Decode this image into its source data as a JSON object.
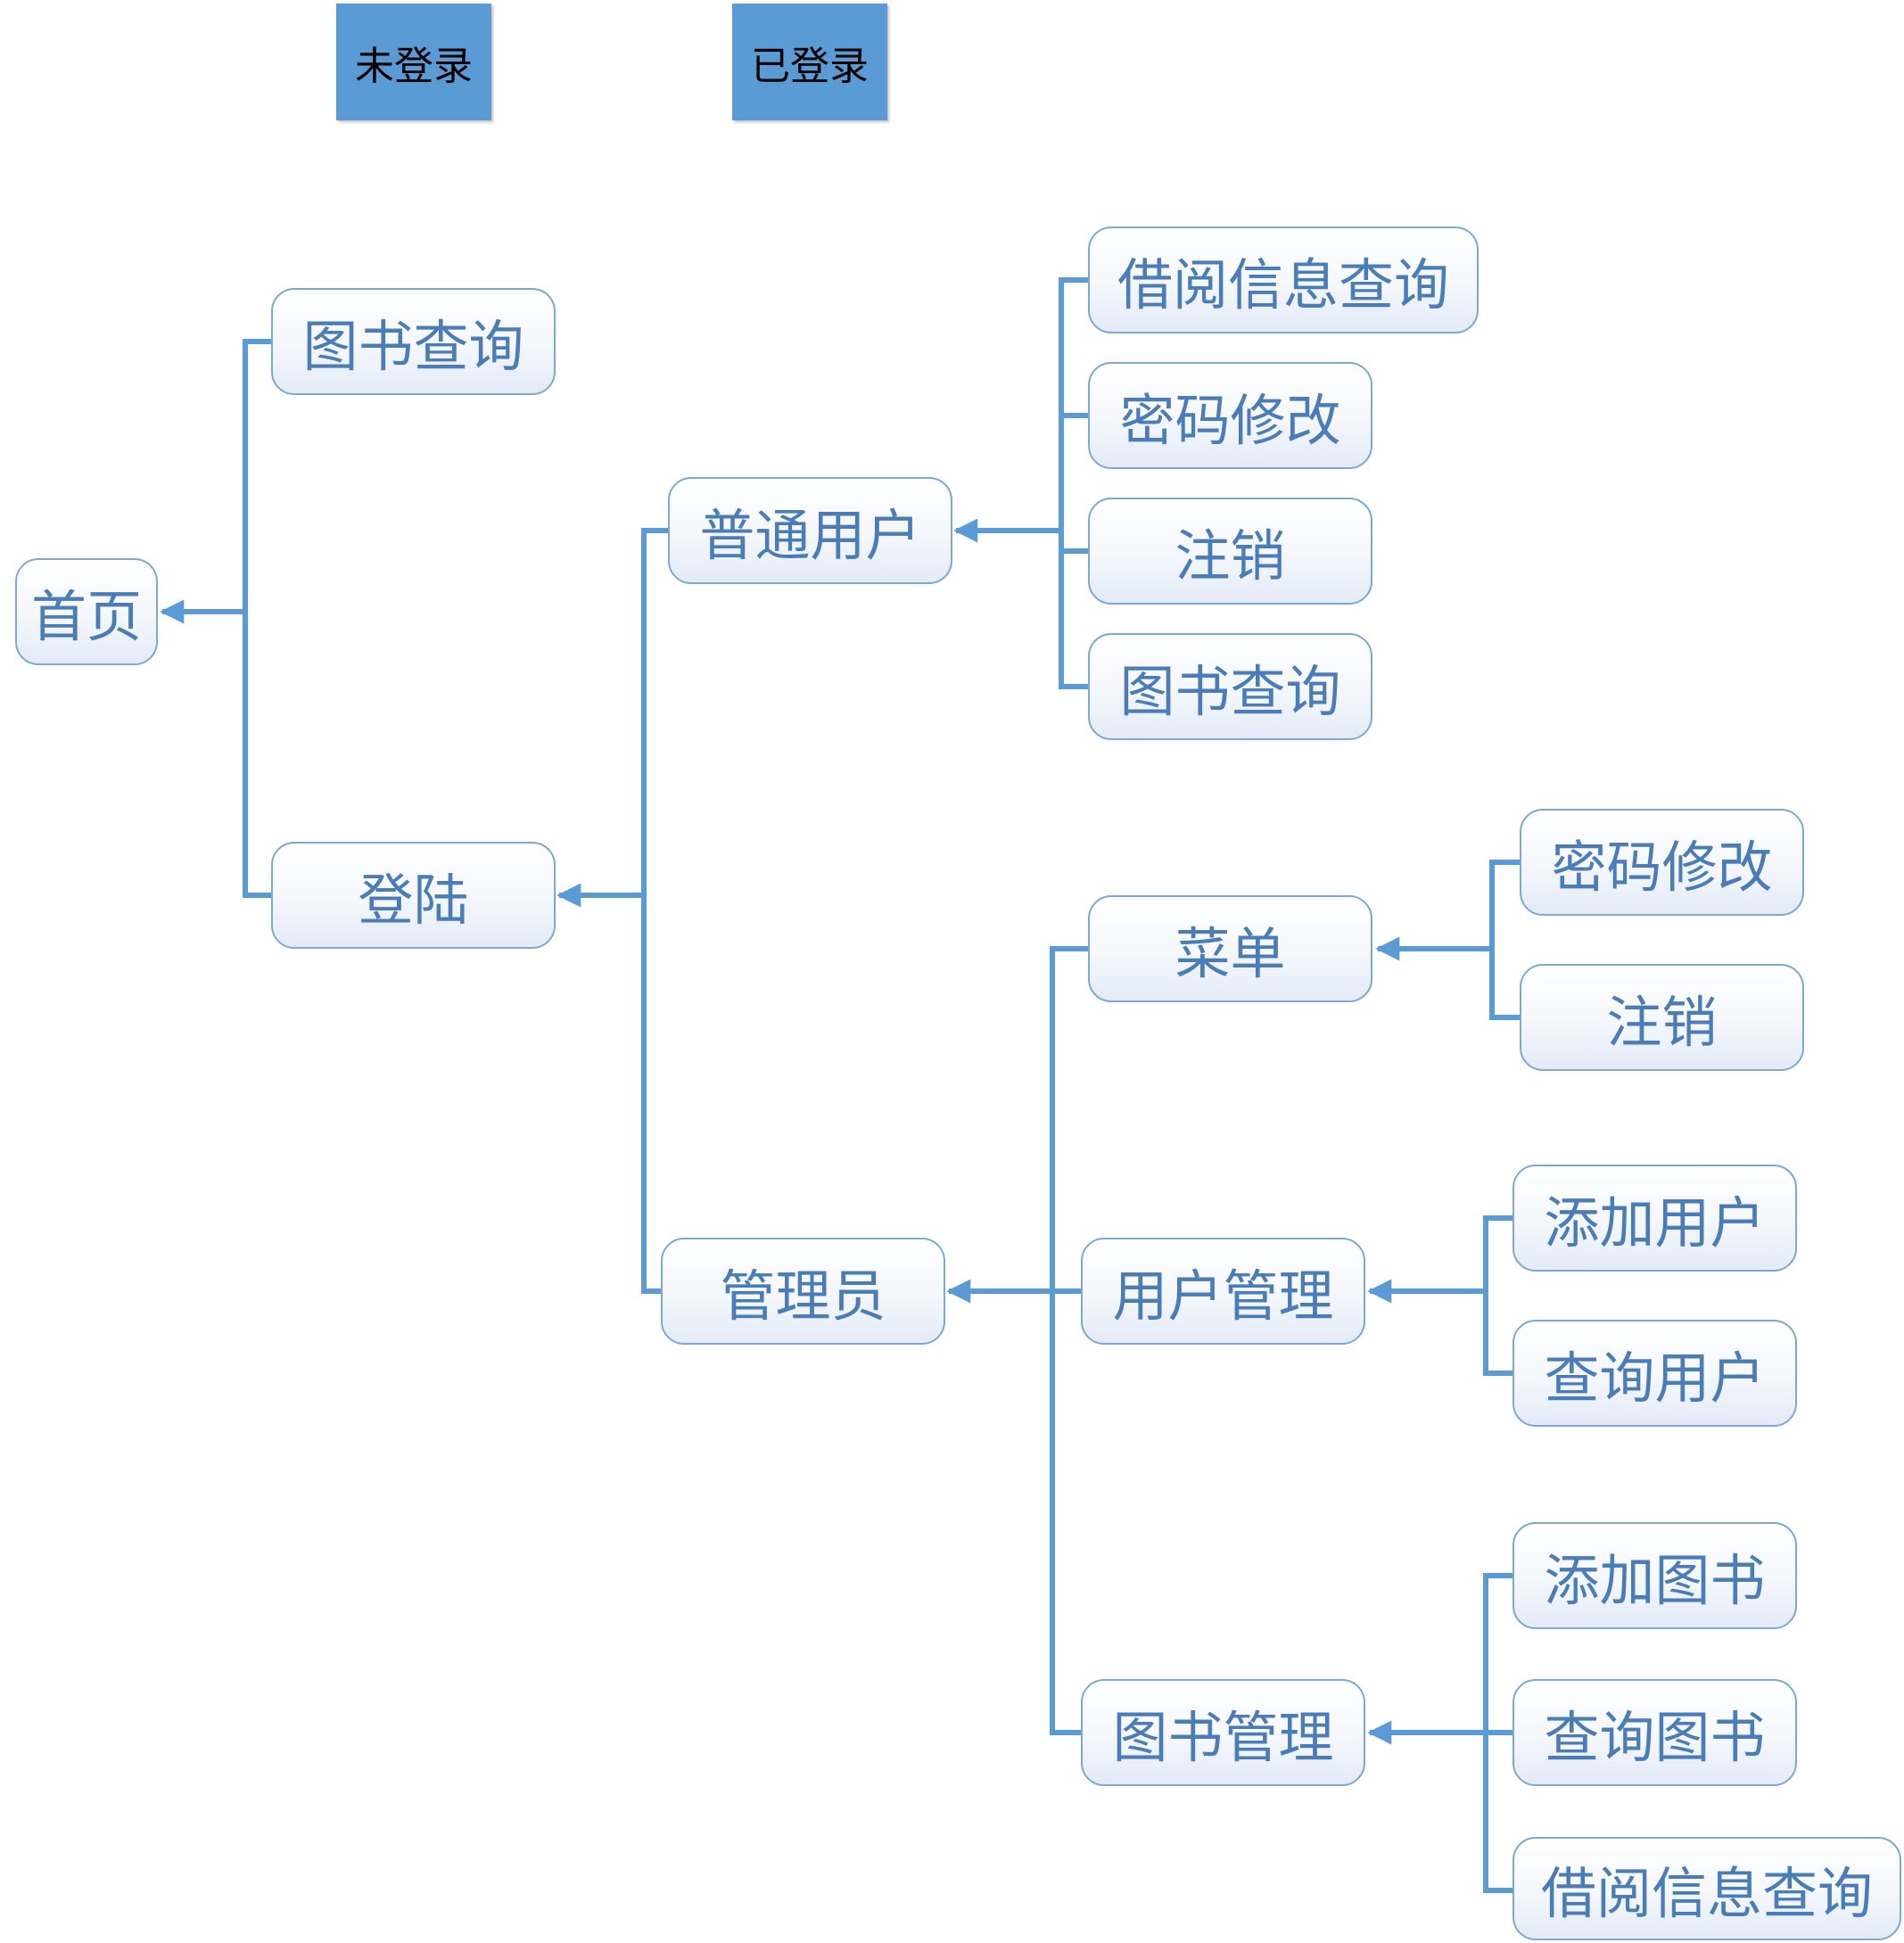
{
  "legend": {
    "not_logged_in": "未登录",
    "logged_in": "已登录"
  },
  "nodes": {
    "home": "首页",
    "guest_book_search": "图书查询",
    "login": "登陆",
    "normal_user": "普通用户",
    "user_borrow_info": "借阅信息查询",
    "user_change_password": "密码修改",
    "user_logout": "注销",
    "user_book_search": "图书查询",
    "admin": "管理员",
    "menu": "菜单",
    "menu_change_password": "密码修改",
    "menu_logout": "注销",
    "user_management": "用户管理",
    "add_user": "添加用户",
    "query_user": "查询用户",
    "book_management": "图书管理",
    "add_book": "添加图书",
    "query_book": "查询图书",
    "admin_borrow_info": "借阅信息查询"
  },
  "colors": {
    "line": "#5b9bd5",
    "node_border": "#7ea7d3",
    "node_text": "#4a7cb8",
    "legend_fill": "#5b9bd5"
  }
}
